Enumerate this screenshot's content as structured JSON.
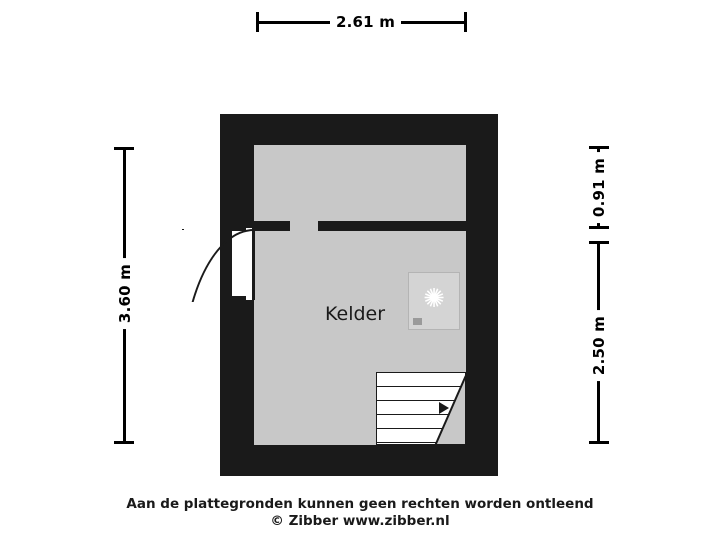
{
  "plan": {
    "room_label": "Kelder",
    "dimensions": {
      "top": "2.61 m",
      "left": "3.60 m",
      "right_upper": "0.91 m",
      "right_lower": "2.50 m"
    },
    "appliance_icon": "boiler-star-icon",
    "stairs_icon": "staircase-icon",
    "door_icon": "door-swing-icon"
  },
  "footer": {
    "line1": "Aan de plattegronden kunnen geen rechten worden ontleend",
    "line2": "© Zibber www.zibber.nl"
  },
  "colors": {
    "wall": "#1a1a1a",
    "floor": "#c8c8c8",
    "appliance": "#d4d4d4",
    "background": "#ffffff"
  }
}
